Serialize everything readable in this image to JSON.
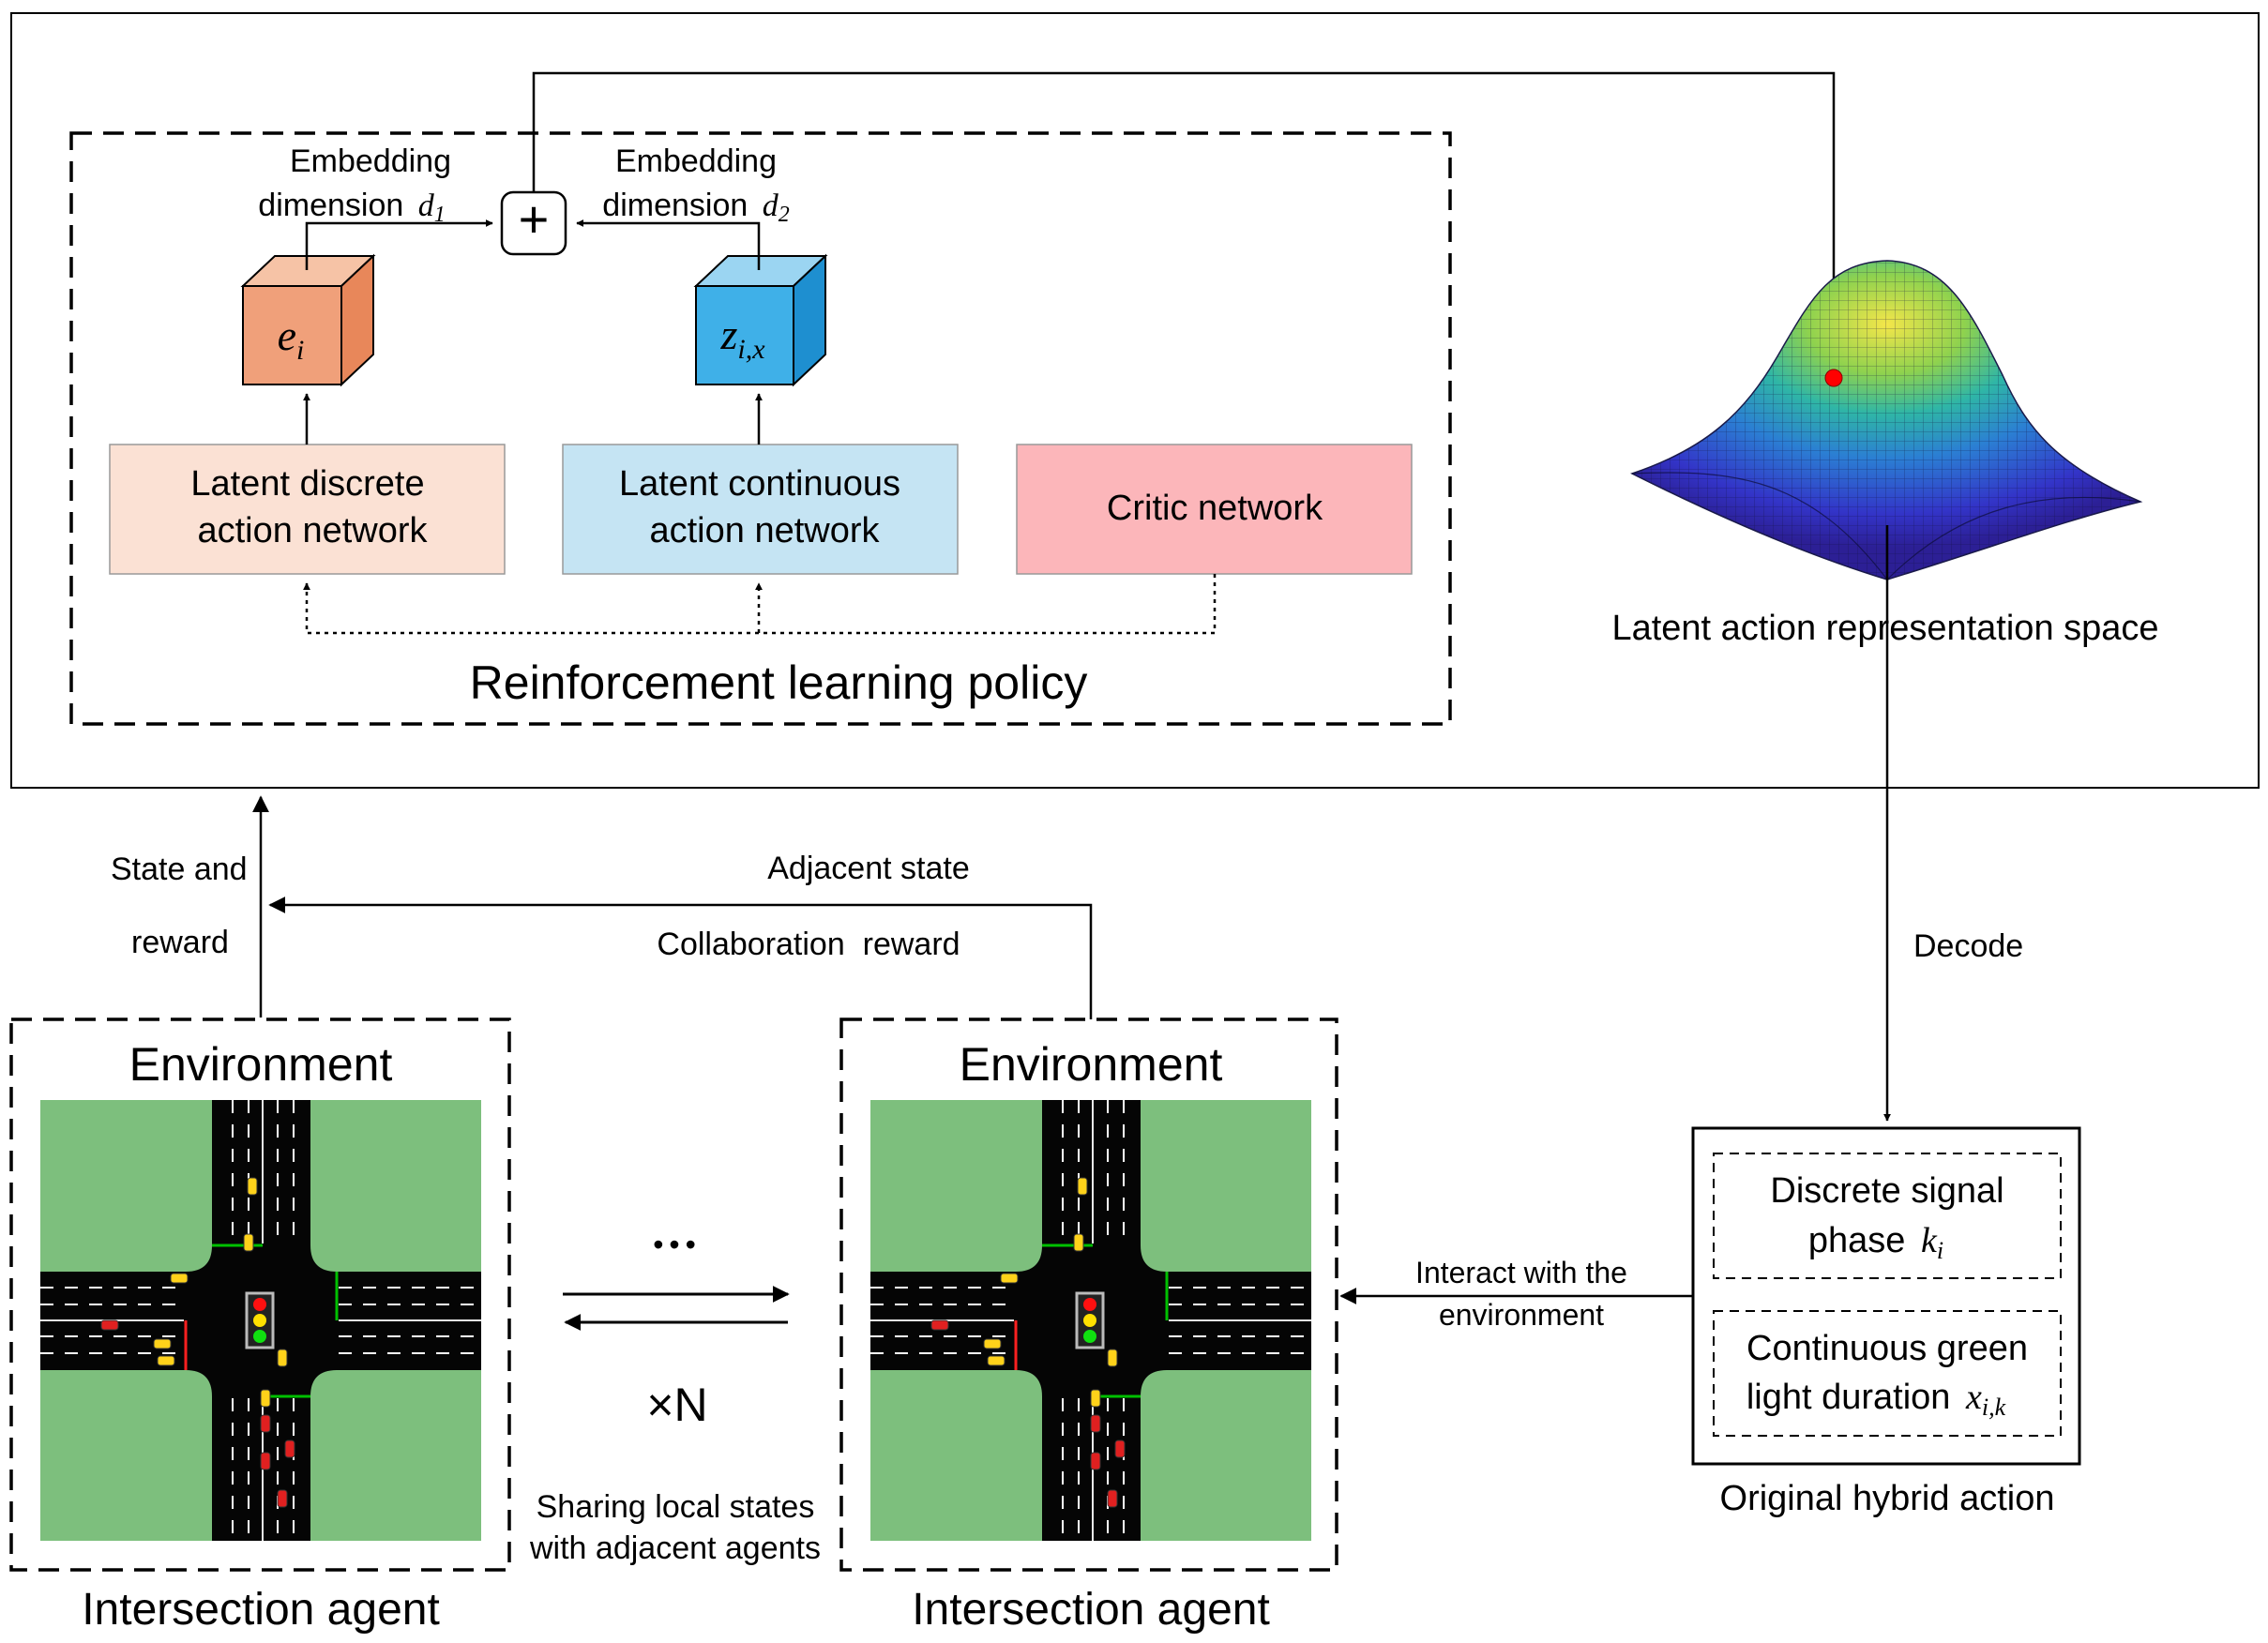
{
  "policy": {
    "title": "Reinforcement learning policy",
    "embed_left": {
      "line1": "Embedding",
      "line2": "dimension",
      "symbol": "d",
      "subscript": "1"
    },
    "embed_right": {
      "line1": "Embedding",
      "line2": "dimension",
      "symbol": "d",
      "subscript": "2"
    },
    "plus_symbol": "+",
    "cube_left": {
      "symbol": "e",
      "subscript": "i"
    },
    "cube_right": {
      "symbol": "z",
      "subscript": "i,x"
    },
    "discrete_network": {
      "line1": "Latent discrete",
      "line2": "action network"
    },
    "continuous_network": {
      "line1": "Latent continuous",
      "line2": "action network"
    },
    "critic_network": "Critic network"
  },
  "latent_space": {
    "label": "Latent action representation space"
  },
  "labels": {
    "state_line1": "State and",
    "state_line2": "reward",
    "adjacent_state": "Adjacent state",
    "collaboration_reward": "Collaboration  reward",
    "decode": "Decode",
    "interact_line1": "Interact with the",
    "interact_line2": "environment",
    "ellipsis": "•••",
    "times_n": "×N",
    "sharing_line1": "Sharing local states",
    "sharing_line2": "with adjacent agents"
  },
  "environments": [
    {
      "title": "Environment",
      "agent_label": "Intersection agent"
    },
    {
      "title": "Environment",
      "agent_label": "Intersection agent"
    }
  ],
  "hybrid_action": {
    "discrete": {
      "line1": "Discrete signal",
      "line2": "phase",
      "symbol": "k",
      "subscript": "i"
    },
    "continuous": {
      "line1": "Continuous green",
      "line2": "light duration",
      "symbol": "x",
      "subscript": "i,k"
    },
    "label": "Original hybrid action"
  },
  "colors": {
    "discrete_cube": "#f0a07a",
    "continuous_cube": "#3fb0e8",
    "discrete_box": "#fbe1d4",
    "continuous_box": "#c5e4f3",
    "critic_box": "#fcb6ba",
    "grass": "#7dbf7d",
    "road": "#050505",
    "marker": "#ff0000"
  }
}
